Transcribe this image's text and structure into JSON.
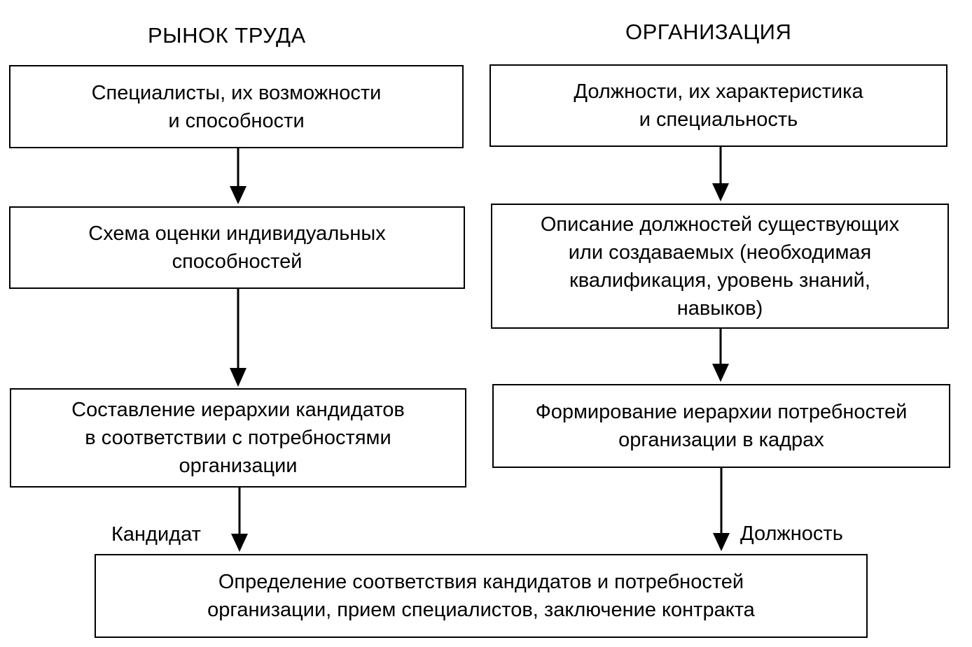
{
  "columns": {
    "left_title": "РЫНОК ТРУДА",
    "right_title": "ОРГАНИЗАЦИЯ"
  },
  "left_boxes": [
    {
      "text": "Специалисты, их возможности\nи способности"
    },
    {
      "text": "Схема оценки индивидуальных\nспособностей"
    },
    {
      "text": "Составление иерархии кандидатов\nв соответствии с потребностями\nорганизации"
    }
  ],
  "right_boxes": [
    {
      "text": "Должности, их характеристика\nи специальность"
    },
    {
      "text": "Описание должностей существующих\nили создаваемых (необходимая\nквалификация, уровень знаний,\nнавыков)"
    },
    {
      "text": "Формирование иерархии потребностей\nорганизации в кадрах"
    }
  ],
  "bottom_box": {
    "text": "Определение соответствия кандидатов и потребностей\nорганизации, прием специалистов, заключение контракта"
  },
  "edge_labels": {
    "left": "Кандидат",
    "right": "Должность"
  },
  "colors": {
    "stroke": "#000000",
    "background": "#ffffff"
  }
}
